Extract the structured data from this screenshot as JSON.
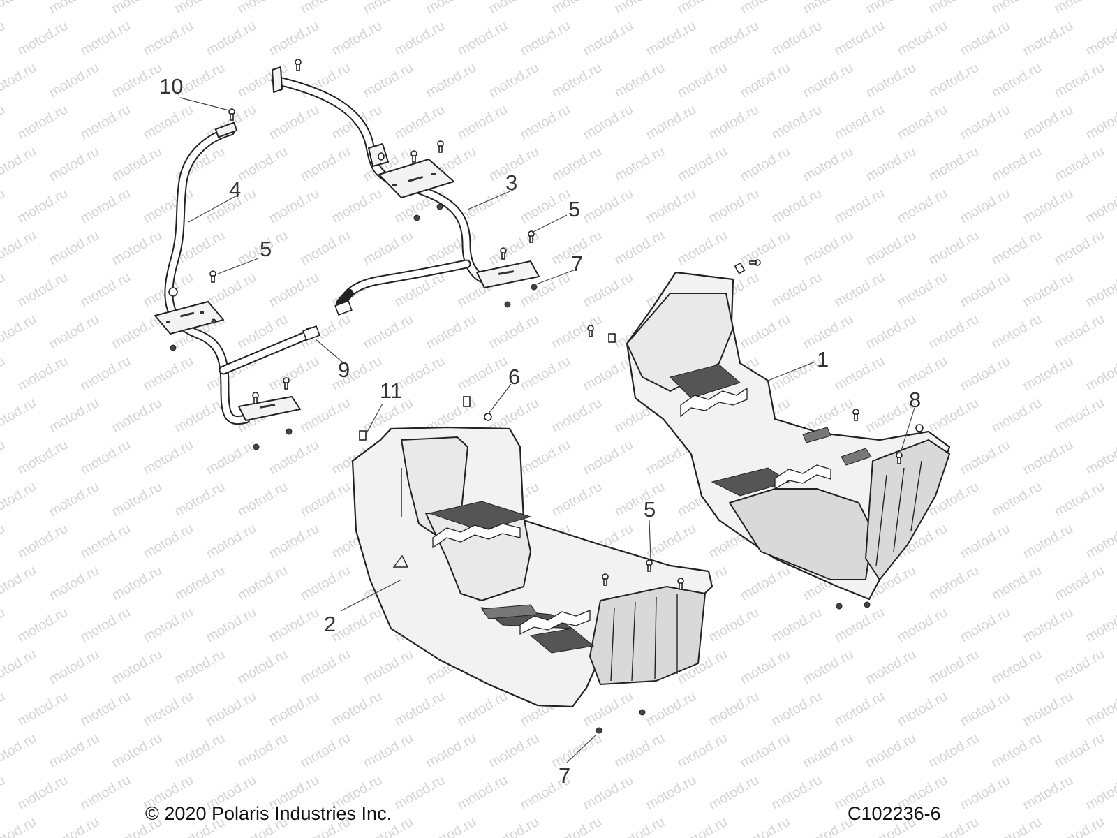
{
  "watermark_text": "motod.ru",
  "callouts": {
    "c1": "1",
    "c2": "2",
    "c3": "3",
    "c4": "4",
    "c5a": "5",
    "c5b": "5",
    "c5c": "5",
    "c6": "6",
    "c7a": "7",
    "c7b": "7",
    "c8": "8",
    "c9": "9",
    "c10": "10",
    "c11": "11"
  },
  "footer": {
    "copyright": "© 2020 Polaris Industries Inc.",
    "figure_code": "C102236-6"
  },
  "colors": {
    "line": "#222222",
    "panel": "#f2f2f2",
    "watermark": "#d4d4d4"
  }
}
